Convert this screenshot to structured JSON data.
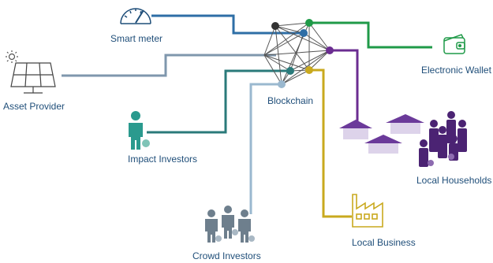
{
  "labels": {
    "smart_meter": "Smart meter",
    "asset_provider": "Asset Provider",
    "blockchain": "Blockchain",
    "electronic_wallet": "Electronic Wallet",
    "impact_investors": "Impact Investors",
    "local_households": "Local Households",
    "crowd_investors": "Crowd Investors",
    "local_business": "Local Business"
  },
  "icons": [
    "gauge-icon",
    "solar-panel-icon",
    "sun-icon",
    "blockchain-network-icon",
    "wallet-icon",
    "investor-icon",
    "house-icon",
    "people-group-icon",
    "factory-icon"
  ],
  "colors": {
    "smart_meter_line": "#2e6ea6",
    "asset_provider_line": "#7f97ad",
    "wallet_line": "#1f9a48",
    "impact_investors_line": "#2a7a7a",
    "crowd_investors_line": "#9ab8cf",
    "local_business_line": "#c9a91e",
    "households_line": "#6b2d91",
    "label_text": "#1f4e79",
    "households_icons": "#4b2373",
    "house_roof": "#6b3a9a",
    "house_wall": "#ddd3ea"
  }
}
